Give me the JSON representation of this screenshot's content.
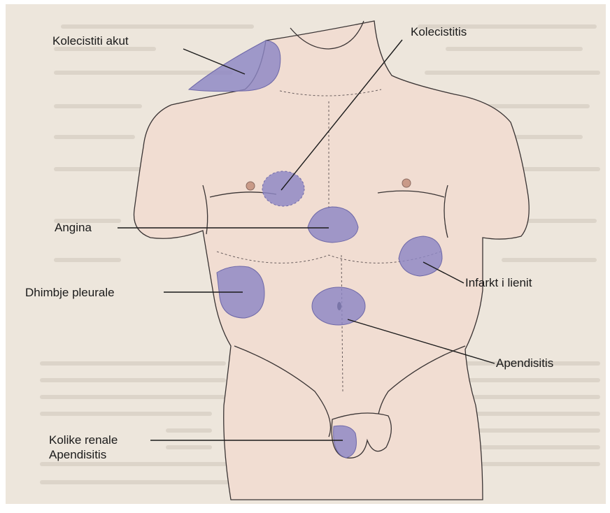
{
  "labels": {
    "kolecistiti_akut": "Kolecistiti akut",
    "kolecistitis": "Kolecistitis",
    "angina": "Angina",
    "infarkt_lienit": "Infarkt i lienit",
    "dhimbje_pleurale": "Dhimbje pleurale",
    "apendisitis": "Apendisitis",
    "kolike_renale": "Kolike renale",
    "apendisitis_2": "Apendisitis"
  },
  "colors": {
    "zone": "#8c86c4",
    "skin": "#f1ddd2",
    "page_background": "#ede6dc",
    "frame": "#ffffff"
  }
}
